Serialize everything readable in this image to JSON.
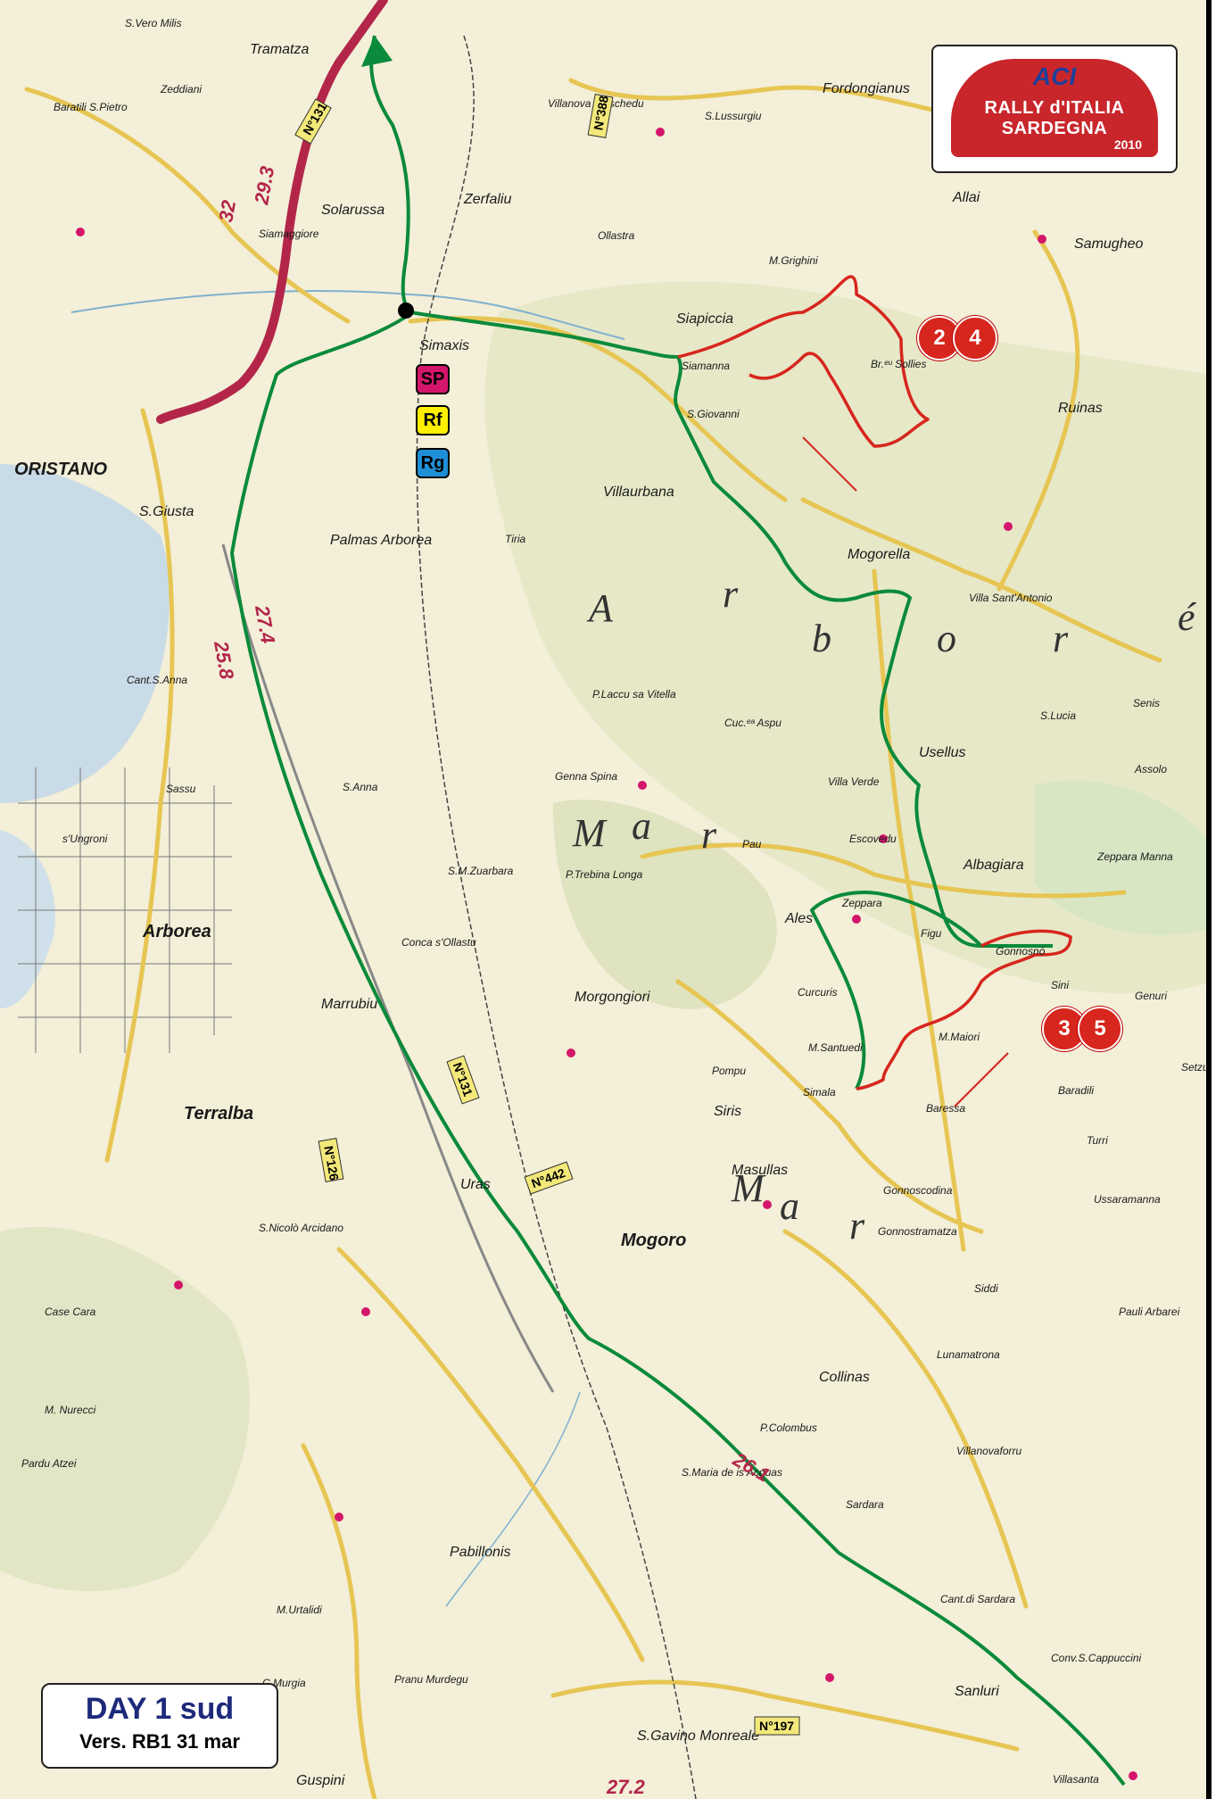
{
  "map": {
    "places": {
      "oristano": "ORISTANO",
      "s_vero_milis": "S.Vero Milis",
      "tramatza": "Tramatza",
      "baratili": "Baratili S.Pietro",
      "zeddiani": "Zeddiani",
      "solarussa": "Solarussa",
      "siamaggiore": "Siamaggiore",
      "zerfaliu": "Zerfaliu",
      "ollastra": "Ollastra",
      "simaxis": "Simaxis",
      "siapiccia": "Siapiccia",
      "siamanna": "Siamanna",
      "s_giovanni": "S.Giovanni",
      "villaurbana": "Villaurbana",
      "mogorella": "Mogorella",
      "villa_s_antonio": "Villa Sant'Antonio",
      "fordongianus": "Fordongianus",
      "villanova_truschedu": "Villanova Truschedu",
      "s_lussurgiu": "S.Lussurgiu",
      "allai": "Allai",
      "samugheo": "Samugheo",
      "ruinas": "Ruinas",
      "m_grighini": "M.Grighini",
      "br_sa_sollies": "Br.ᵉᵘ Sollies",
      "palmas_arborea": "Palmas Arborea",
      "s_giusta": "S.Giusta",
      "tiria": "Tiria",
      "p_laccu_sa_vitella": "P.Laccu sa Vitella",
      "cuc_aspu": "Cuc.ᵉᵃ Aspu",
      "usellus": "Usellus",
      "genna_spina": "Genna Spina",
      "villa_verde": "Villa Verde",
      "escovedu": "Escovedu",
      "pau": "Pau",
      "albagiara": "Albagiara",
      "zeppara": "Zeppara",
      "ales": "Ales",
      "gonnosno": "Gonnosnò",
      "figu": "Figu",
      "siris": "Siris",
      "pompu": "Pompu",
      "simala": "Simala",
      "baressa": "Baressa",
      "baradili": "Baradili",
      "turri": "Turri",
      "genuri": "Genuri",
      "setzu": "Setzu",
      "ussaramanna": "Ussaramanna",
      "gonnoscodina": "Gonnoscodina",
      "gonnostramatza": "Gonnostramatza",
      "siddi": "Siddi",
      "pauli_arbarei": "Pauli Arbarei",
      "lunamatrona": "Lunamatrona",
      "collinas": "Collinas",
      "villanovaforru": "Villanovaforru",
      "sardara": "Sardara",
      "s_maria_de_is_acquas": "S.Maria de is Acquas",
      "p_colombus": "P.Colombus",
      "sanluri": "Sanluri",
      "s_gavino_monreale": "S.Gavino Monreale",
      "pabillonis": "Pabillonis",
      "guspini": "Guspini",
      "morgongiori": "Morgongiori",
      "masullas": "Masullas",
      "mogoro": "Mogoro",
      "uras": "Uras",
      "curcuris": "Curcuris",
      "m_santuedi": "M.Santuedi",
      "terralba": "Terralba",
      "marrubiu": "Marrubiu",
      "arborea": "Arborea",
      "s_nicolo_arcidano": "S.Nicolò Arcidano",
      "conca_s_ollastu": "Conca s'Ollastu",
      "p_trebina_longa": "P.Trebina Longa",
      "s_anna": "S.Anna",
      "cant_s_anna": "Cant.S.Anna",
      "sassu": "Sassu",
      "s_ungroni": "s'Ungroni",
      "s_m_zuarbara": "S.M.Zuarbara",
      "m_maiori": "M.Maiori",
      "sini": "Sini",
      "zeppara_manna": "Zeppara Manna",
      "senis": "Senis",
      "assolo": "Assolo",
      "s_lucia": "S.Lucia",
      "case_cara": "Case Cara",
      "m_nurecci": "M. Nurecci",
      "pardu_atzei": "Pardu Atzei",
      "m_urtalidi": "M.Urtalidi",
      "c_murgia": "C.Murgia",
      "pranu_murdegu": "Pranu Murdegu",
      "cant_di_sardara": "Cant.di Sardara",
      "conv_s_cappuccini": "Conv.S.Cappuccini",
      "villasanta": "Villasanta"
    },
    "region_letters": [
      "A",
      "r",
      "b",
      "o",
      "r",
      "é",
      "M",
      "a",
      "r",
      "M",
      "a",
      "r"
    ],
    "road_badges": [
      "N°131",
      "N°388",
      "N°126",
      "N°442",
      "N°197",
      "N°131"
    ],
    "km_labels": [
      "29.3",
      "32",
      "25.8",
      "27.4",
      "26.1",
      "27.2"
    ],
    "colors": {
      "route_green": "#0a8a3a",
      "stage_red": "#d7261d",
      "main_road_red": "#b3264a",
      "road_yellow": "#e7c552",
      "lagoon_blue": "#a9c8dc"
    }
  },
  "markers": {
    "sp": "SP",
    "rf": "Rf",
    "rg": "Rg",
    "sp_color": "#d4166b",
    "rf_color": "#ffef00",
    "rg_color": "#1e8fd6"
  },
  "stages": {
    "north_a": "2",
    "north_b": "4",
    "south_a": "3",
    "south_b": "5"
  },
  "logo": {
    "org": "ACI",
    "name": "RALLY d'ITALIA SARDEGNA",
    "year": "2010"
  },
  "legend": {
    "title": "DAY 1 sud",
    "version": "Vers. RB1 31 mar"
  }
}
